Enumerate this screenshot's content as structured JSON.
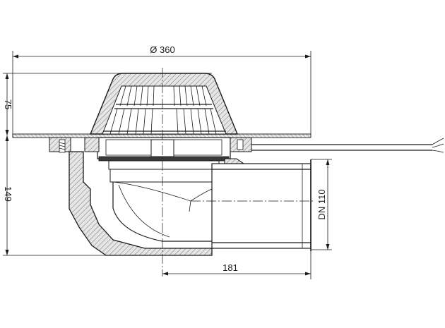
{
  "dimensions": {
    "diameter": "Ø 360",
    "grate_height": "75",
    "body_height": "149",
    "outlet_size": "DN 110",
    "outlet_offset": "181"
  },
  "colors": {
    "line": "#1a1a1a",
    "body_fill": "#e2e2e2",
    "cap_fill": "#d9d9d9",
    "background": "#ffffff"
  }
}
